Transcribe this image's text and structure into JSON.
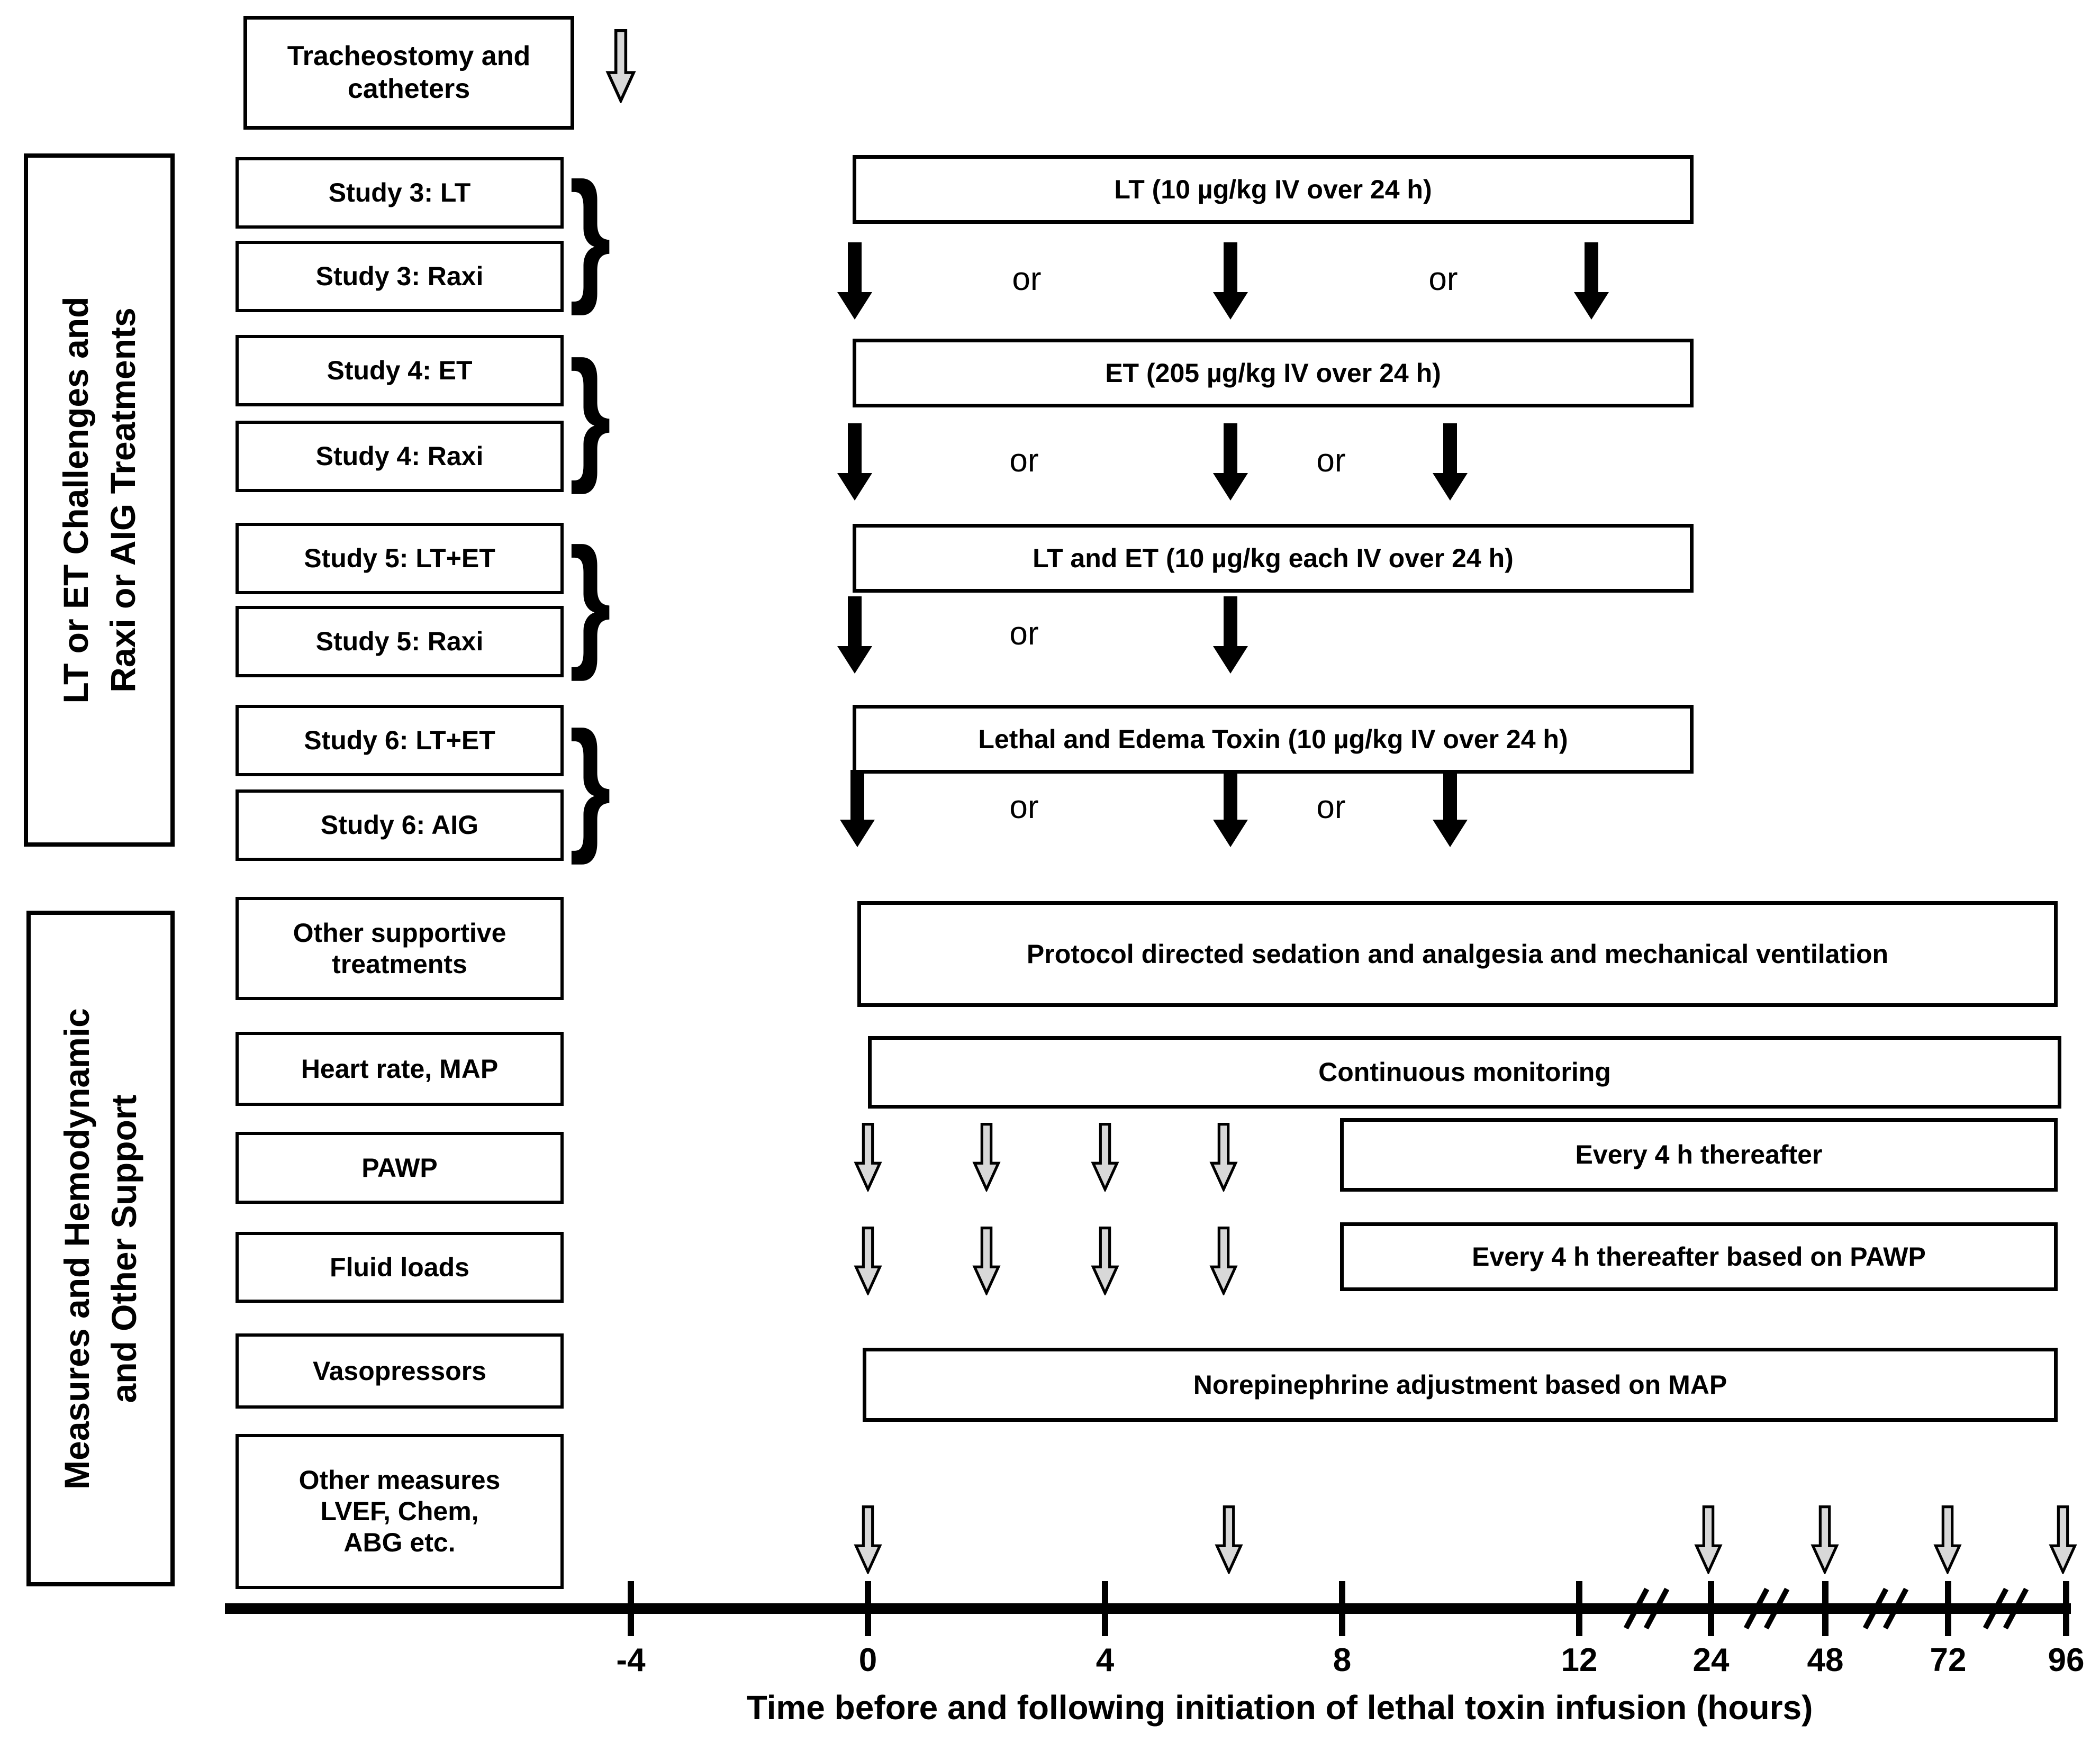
{
  "header": {
    "procedure_label": "Tracheostomy and catheters"
  },
  "sections": {
    "challenges": {
      "title_line1": "LT or ET Challenges and",
      "title_line2": "Raxi or AIG Treatments"
    },
    "measures": {
      "title_line1": "Measures and Hemodynamic",
      "title_line2": "and Other Support"
    }
  },
  "glyphs": {
    "brace": "}",
    "or": "or"
  },
  "studies": {
    "rows": [
      {
        "label_top": "Study 3: LT",
        "label_bottom": "Study 3: Raxi",
        "challenge": "LT (10 µg/kg IV over 24 h)",
        "treatment_arrows_h": [
          0,
          6,
          12
        ]
      },
      {
        "label_top": "Study 4: ET",
        "label_bottom": "Study 4: Raxi",
        "challenge": "ET (205 µg/kg IV over 24 h)",
        "treatment_arrows_h": [
          0,
          6,
          10
        ]
      },
      {
        "label_top": "Study 5: LT+ET",
        "label_bottom": "Study 5: Raxi",
        "challenge": "LT and ET (10 µg/kg each IV over 24 h)",
        "treatment_arrows_h": [
          0,
          6
        ]
      },
      {
        "label_top": "Study 6: LT+ET",
        "label_bottom": "Study 6: AIG",
        "challenge": "Lethal and Edema Toxin (10 µg/kg IV over 24 h)",
        "treatment_arrows_h": [
          0,
          6,
          10
        ]
      }
    ]
  },
  "support": {
    "rows": [
      {
        "label": "Other supportive treatments",
        "detail": "Protocol directed sedation and analgesia and mechanical ventilation"
      },
      {
        "label": "Heart rate, MAP",
        "detail": "Continuous monitoring"
      },
      {
        "label": "PAWP",
        "detail": "Every 4 h thereafter",
        "arrows_h": [
          0,
          2,
          4,
          6
        ]
      },
      {
        "label": "Fluid loads",
        "detail": "Every 4 h thereafter based on PAWP",
        "arrows_h": [
          0,
          2,
          4,
          6
        ]
      },
      {
        "label": "Vasopressors",
        "detail": "Norepinephrine adjustment based on MAP"
      },
      {
        "label": "Other measures LVEF, Chem, ABG etc.",
        "label_lines": [
          "Other measures",
          "LVEF, Chem,",
          "ABG etc."
        ],
        "arrows_h": [
          0,
          6,
          24,
          48,
          72,
          96
        ]
      }
    ]
  },
  "timeline": {
    "tick_labels": [
      "-4",
      "0",
      "4",
      "8",
      "12",
      "24",
      "48",
      "72",
      "96"
    ],
    "title": "Time before and following initiation of lethal toxin infusion (hours)"
  }
}
